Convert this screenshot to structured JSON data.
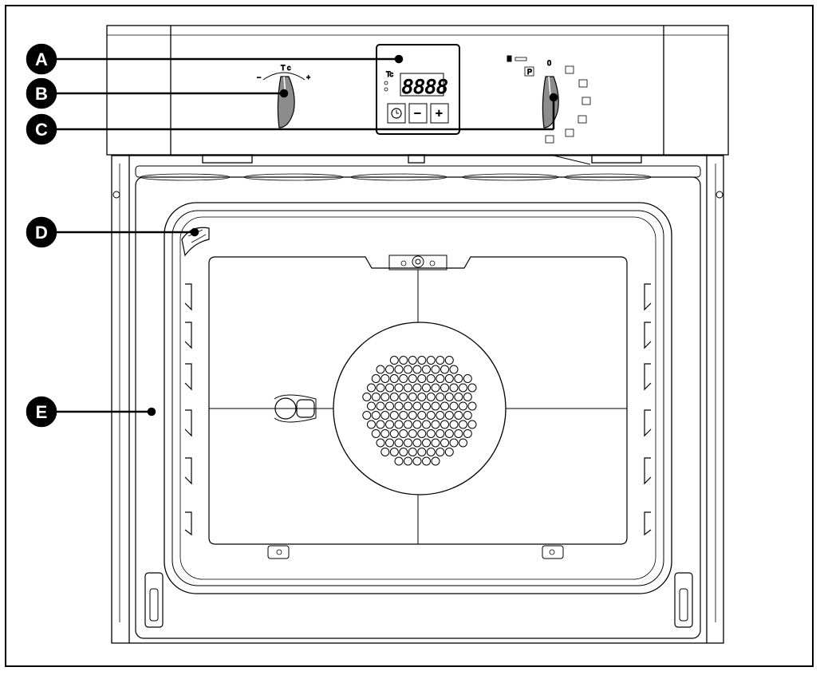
{
  "callouts": [
    {
      "letter": "A"
    },
    {
      "letter": "B"
    },
    {
      "letter": "C"
    },
    {
      "letter": "D"
    },
    {
      "letter": "E"
    }
  ],
  "control_panel": {
    "temp_knob": {
      "label": "T c",
      "minus": "−",
      "plus": "+"
    },
    "display": {
      "digits": "8888",
      "side_label": "Tc",
      "minus_button": "−",
      "plus_button": "+"
    },
    "function_knob": {
      "zero_label": "0",
      "p_label": "P"
    }
  }
}
